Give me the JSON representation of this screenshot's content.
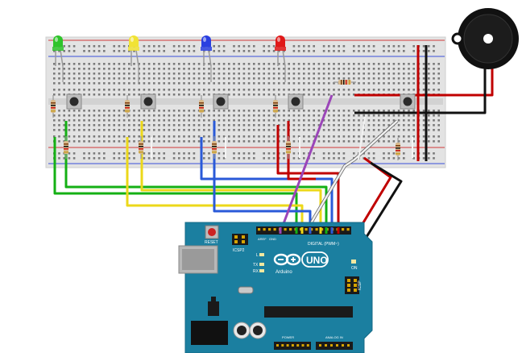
{
  "board": {
    "reset_label": "RESET",
    "icsp_label": "ICSP2",
    "icsp_label_2": "ICSP",
    "l_label": "L",
    "tx_label": "TX",
    "rx_label": "RX",
    "digital_label": "DIGITAL (PWM~)",
    "aref_label": "AREF",
    "gnd_label": "GND",
    "brand_label": "Arduino",
    "model_label": "UNO",
    "on_label": "ON",
    "power_label": "POWER",
    "analog_label": "ANALOG IN"
  },
  "components": {
    "leds": [
      {
        "name": "green",
        "color": "#2fc42a"
      },
      {
        "name": "yellow",
        "color": "#f1e334"
      },
      {
        "name": "blue",
        "color": "#2a3fe0"
      },
      {
        "name": "red",
        "color": "#e01818"
      }
    ],
    "wire_colors": {
      "green": "#14b014",
      "yellow": "#ecd81a",
      "blue": "#2a5ad8",
      "red": "#c00000",
      "purple": "#9b45b8",
      "white": "#f2f2f2",
      "black": "#111111"
    },
    "board_color": "#1b7fa0",
    "breadboard_color": "#e3e3e3"
  }
}
